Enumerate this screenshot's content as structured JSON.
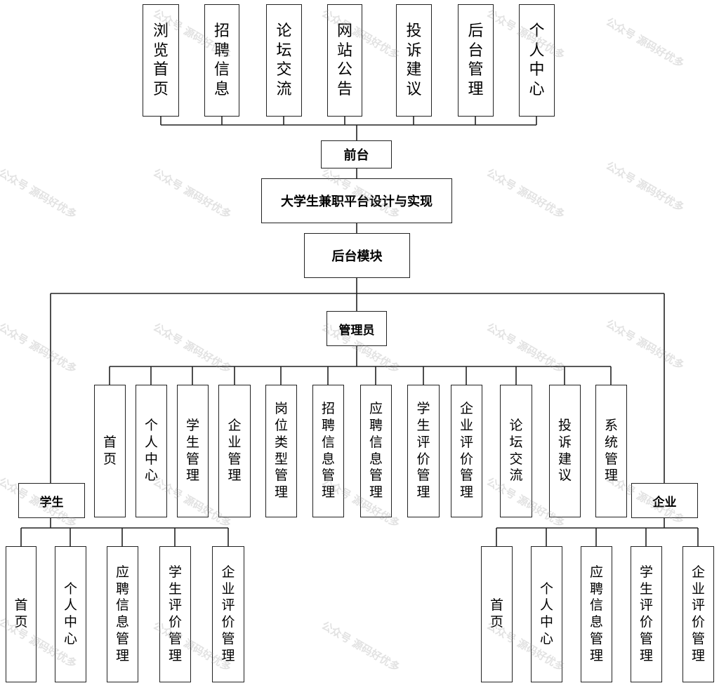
{
  "diagram": {
    "front_modules": [
      "浏览首页",
      "招聘信息",
      "论坛交流",
      "网站公告",
      "投诉建议",
      "后台管理",
      "个人中心"
    ],
    "front_label": "前台",
    "system_title": "大学生兼职平台设计与实现",
    "backend_label": "后台模块",
    "admin_label": "管理员",
    "admin_modules": [
      "首页",
      "个人中心",
      "学生管理",
      "企业管理",
      "岗位类型管理",
      "招聘信息管理",
      "应聘信息管理",
      "学生评价管理",
      "企业评价管理",
      "论坛交流",
      "投诉建议",
      "系统管理"
    ],
    "student_label": "学生",
    "student_modules": [
      "首页",
      "个人中心",
      "应聘信息管理",
      "学生评价管理",
      "企业评价管理"
    ],
    "company_label": "企业",
    "company_modules": [
      "首页",
      "个人中心",
      "应聘信息管理",
      "学生评价管理",
      "企业评价管理"
    ],
    "watermark": "公众号 源码好优多"
  }
}
